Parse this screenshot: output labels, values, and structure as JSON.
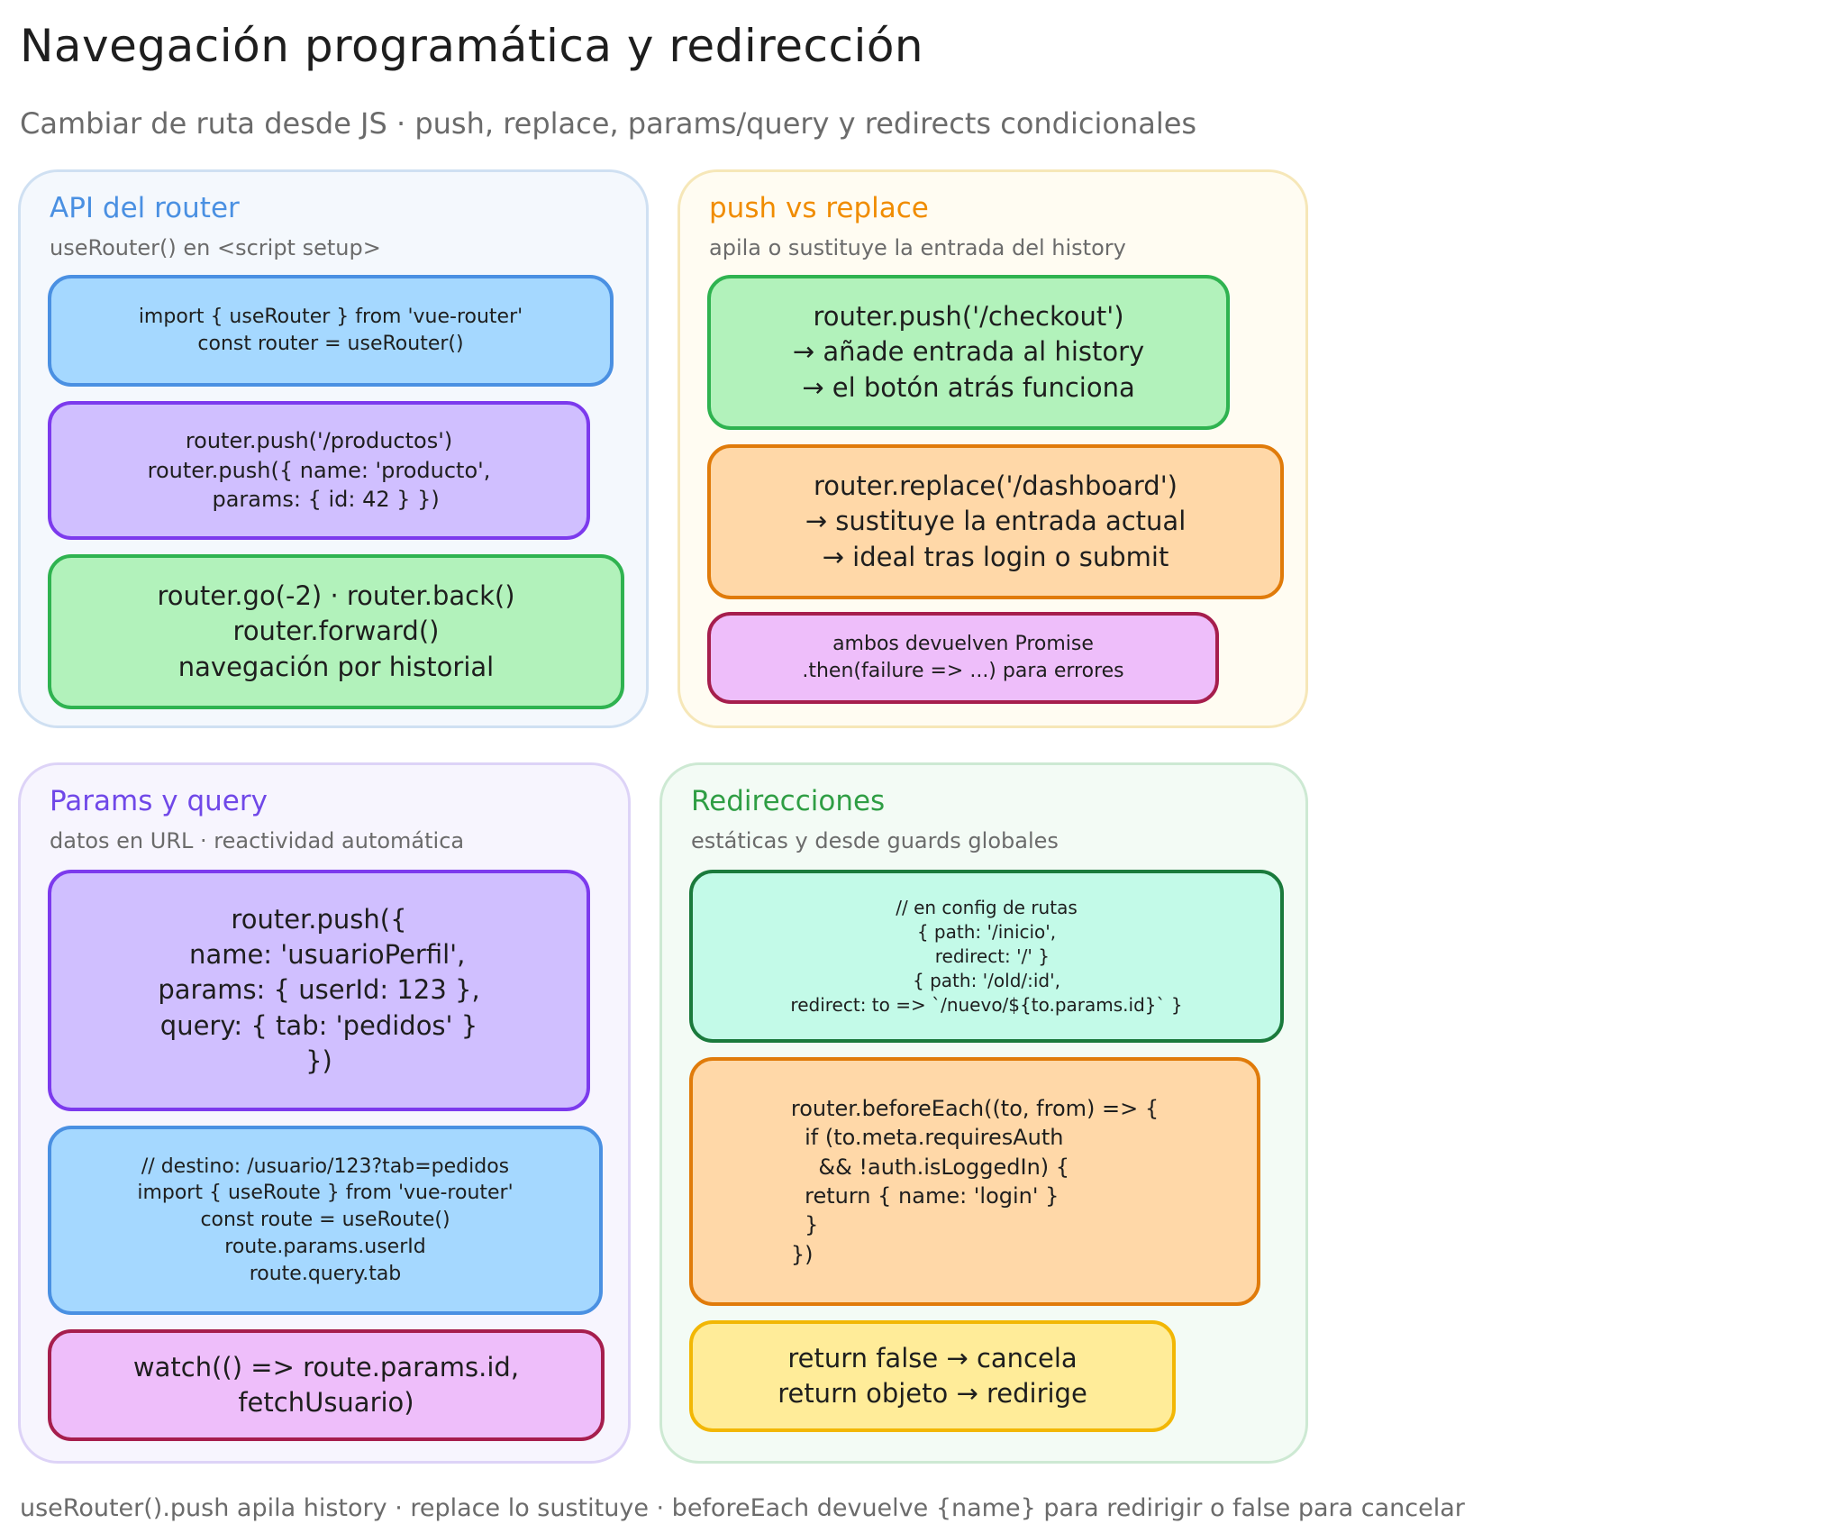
{
  "header": {
    "title": "Navegación programática y redirección",
    "subtitle": "Cambiar de ruta desde JS · push, replace, params/query y redirects condicionales"
  },
  "colors": {
    "blue": "#4a90e2",
    "amber": "#f08c00",
    "violet": "#7048e8",
    "green": "#2f9e44"
  },
  "panels": {
    "api": {
      "title": "API del router",
      "subtitle": "useRouter() en <script setup>",
      "cards": [
        "import { useRouter } from 'vue-router'\nconst router = useRouter()",
        "router.push('/productos')\nrouter.push({ name: 'producto',\n  params: { id: 42 } })",
        "router.go(-2) · router.back()\nrouter.forward()\nnavegación por historial"
      ]
    },
    "push_replace": {
      "title": "push vs replace",
      "subtitle": "apila o sustituye la entrada del history",
      "cards": [
        "router.push('/checkout')\n→ añade entrada al history\n→ el botón atrás funciona",
        "router.replace('/dashboard')\n→ sustituye la entrada actual\n→ ideal tras login o submit",
        "ambos devuelven Promise\n.then(failure => ...) para errores"
      ]
    },
    "params": {
      "title": "Params y query",
      "subtitle": "datos en URL · reactividad automática",
      "cards": [
        "router.push({\n  name: 'usuarioPerfil',\nparams: { userId: 123 },\nquery: { tab: 'pedidos' }\n})",
        "// destino: /usuario/123?tab=pedidos\nimport { useRoute } from 'vue-router'\nconst route = useRoute()\nroute.params.userId\nroute.query.tab",
        "watch(() => route.params.id,\nfetchUsuario)"
      ]
    },
    "redirects": {
      "title": "Redirecciones",
      "subtitle": "estáticas y desde guards globales",
      "cards": [
        "// en config de rutas\n{ path: '/inicio',\n  redirect: '/' }\n{ path: '/old/:id',\nredirect: to => `/nuevo/${to.params.id}` }",
        "router.beforeEach((to, from) => {\n  if (to.meta.requiresAuth\n    && !auth.isLoggedIn) {\n  return { name: 'login' }\n  }\n})",
        "return false → cancela\nreturn objeto → redirige"
      ]
    }
  },
  "footer": "useRouter().push apila history · replace lo sustituye · beforeEach devuelve {name} para redirigir o false para cancelar"
}
